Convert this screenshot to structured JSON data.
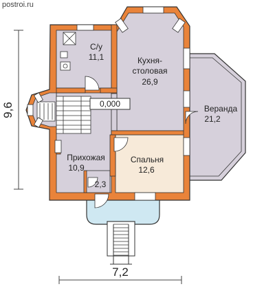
{
  "site": "postroi.ru",
  "dimensions": {
    "height": "9,6",
    "width": "7,2"
  },
  "rooms": [
    {
      "name": "С/у",
      "area": "11,1"
    },
    {
      "name_line1": "Кухня-",
      "name_line2": "столовая",
      "area": "26,9"
    },
    {
      "name": "Веранда",
      "area": "21,2"
    },
    {
      "name": "Прихожая",
      "area": "10,9"
    },
    {
      "name": "Спальня",
      "area": "12,6"
    },
    {
      "area": "2,3"
    }
  ],
  "level_mark": "0,000",
  "colors": {
    "wall": "#E9833A",
    "room": "#D6D0DB",
    "bedroom": "#F7EAD9",
    "porch": "#CFE8F2",
    "window": "#FFFFFF",
    "line": "#333333"
  }
}
